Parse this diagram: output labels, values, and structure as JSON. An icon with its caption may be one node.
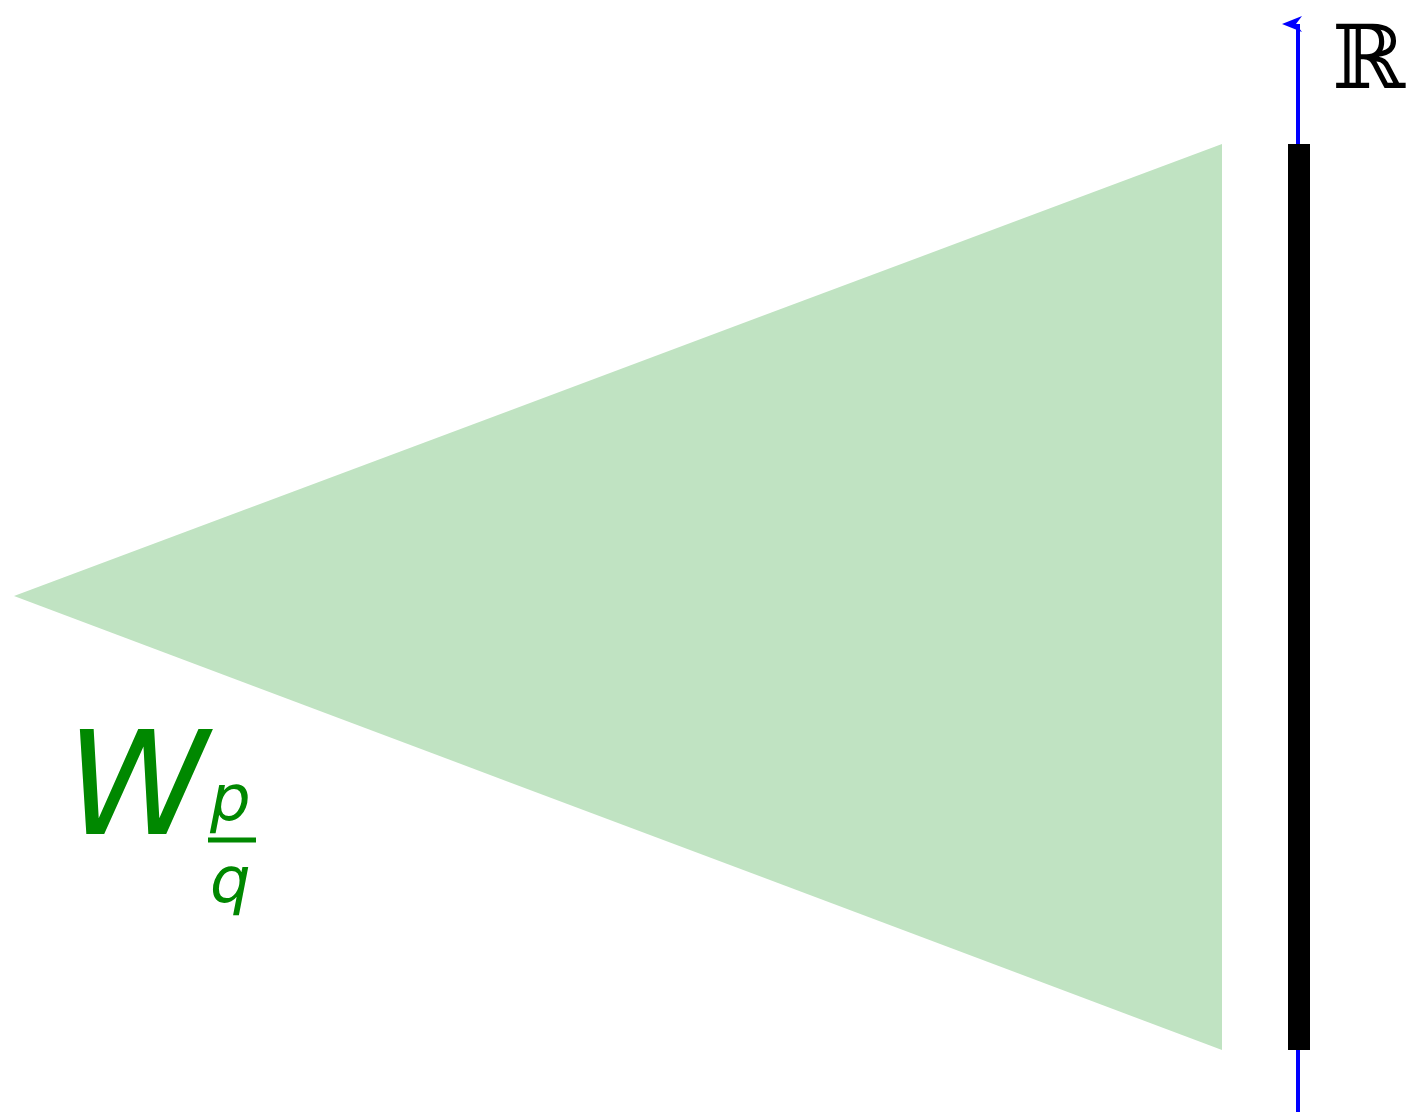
{
  "diagram": {
    "labels": [
      "W",
      "p",
      "q",
      "ℝ"
    ]
  }
}
